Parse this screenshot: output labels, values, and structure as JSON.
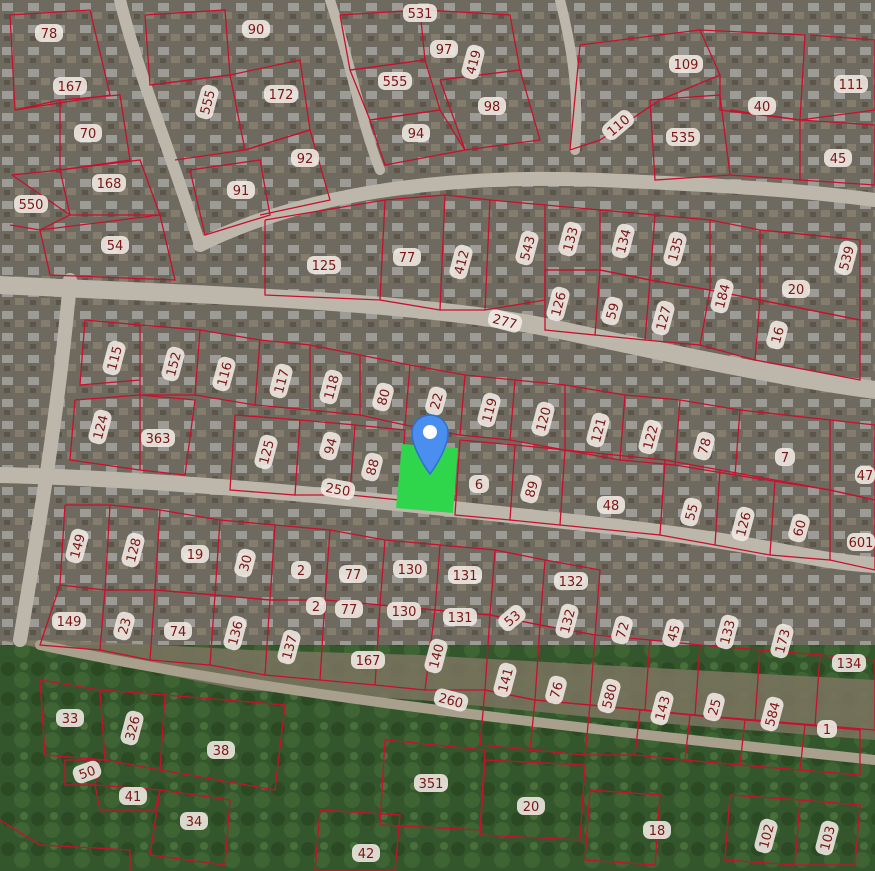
{
  "map": {
    "type": "cadastral-satellite",
    "parcel_line_color": "#c8102e",
    "selected_parcel_color": "#2fd64b",
    "marker_color": "#4a8ff0",
    "marker_icon": "location-pin-icon"
  },
  "labels": {
    "l1": "78",
    "l2": "90",
    "l3": "531",
    "l4": "97",
    "l5": "419",
    "l6": "167",
    "l7": "555",
    "l8": "172",
    "l9": "555",
    "l10": "98",
    "l11": "109",
    "l12": "111",
    "l13": "70",
    "l14": "40",
    "l15": "110",
    "l16": "94",
    "l17": "535",
    "l18": "92",
    "l19": "45",
    "l20": "168",
    "l21": "91",
    "l22": "550",
    "l23": "54",
    "l24": "77",
    "l25": "412",
    "l26": "543",
    "l27": "133",
    "l28": "134",
    "l29": "135",
    "l30": "539",
    "l31": "125",
    "l32": "20",
    "l33": "126",
    "l34": "59",
    "l35": "127",
    "l36": "184",
    "l37": "277",
    "l38": "16",
    "l39": "115",
    "l40": "152",
    "l41": "116",
    "l42": "117",
    "l43": "118",
    "l44": "80",
    "l45": "22",
    "l46": "119",
    "l47": "120",
    "l48": "121",
    "l49": "122",
    "l50": "78",
    "l51": "124",
    "l52": "363",
    "l53": "125",
    "l54": "94",
    "l55": "88",
    "l56": "6",
    "l57": "89",
    "l58": "48",
    "l59": "55",
    "l60": "126",
    "l61": "60",
    "l62": "47",
    "l63": "250",
    "l64": "7",
    "l65": "149",
    "l66": "128",
    "l67": "19",
    "l68": "30",
    "l69": "2",
    "l70": "77",
    "l71": "130",
    "l72": "131",
    "l73": "132",
    "l74": "601",
    "l75": "149",
    "l76": "23",
    "l77": "74",
    "l78": "136",
    "l79": "137",
    "l80": "2",
    "l81": "77",
    "l82": "130",
    "l83": "131",
    "l84": "53",
    "l85": "132",
    "l86": "72",
    "l87": "45",
    "l88": "133",
    "l89": "173",
    "l90": "134",
    "l91": "167",
    "l92": "140",
    "l93": "141",
    "l94": "76",
    "l95": "580",
    "l96": "143",
    "l97": "25",
    "l98": "584",
    "l99": "1",
    "l100": "33",
    "l101": "326",
    "l102": "38",
    "l103": "260",
    "l104": "50",
    "l105": "41",
    "l106": "351",
    "l107": "20",
    "l108": "34",
    "l109": "18",
    "l110": "102",
    "l111": "103",
    "l112": "42"
  }
}
